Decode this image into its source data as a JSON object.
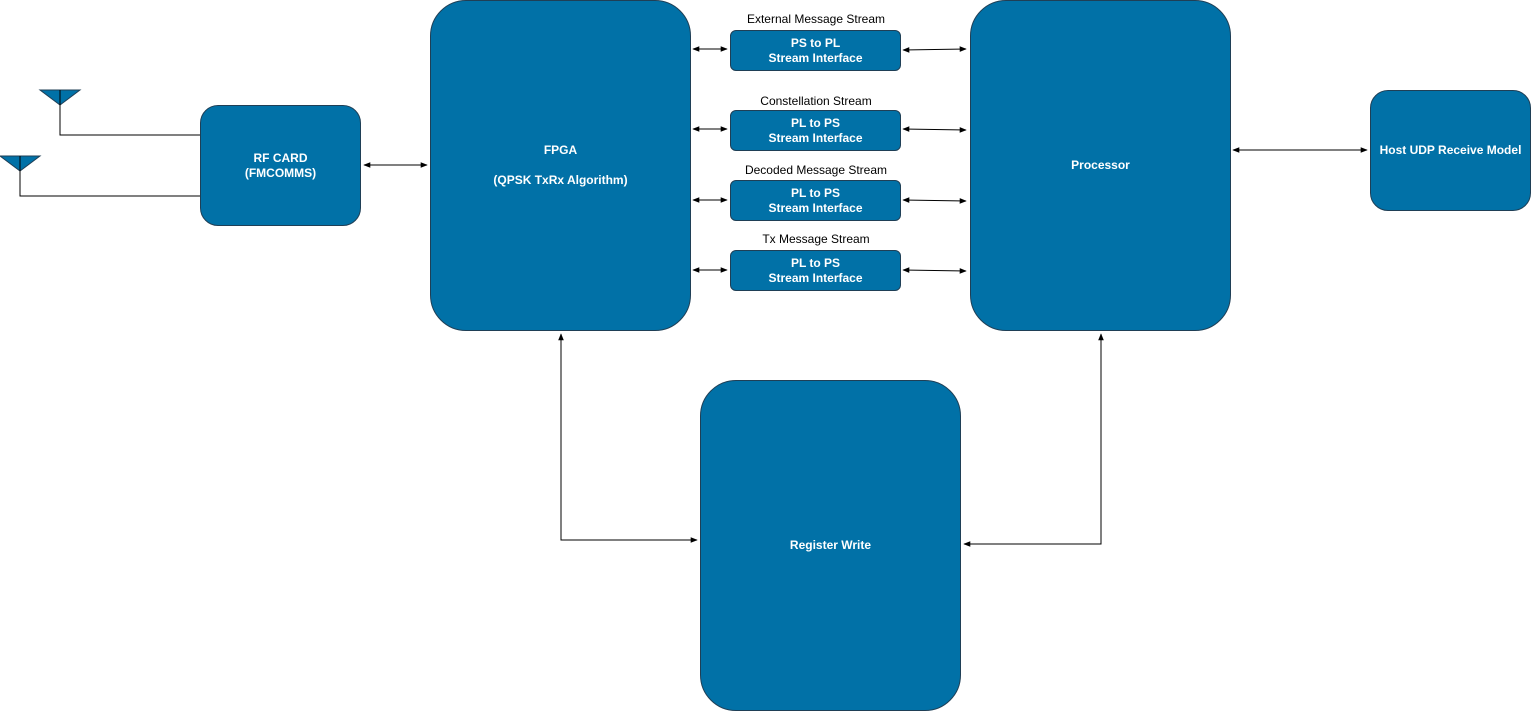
{
  "colors": {
    "block_fill": "#0171a7",
    "block_border": "#1f3f56",
    "line": "#000000",
    "text_on_block": "#ffffff"
  },
  "blocks": {
    "rf_card": {
      "line1": "RF CARD",
      "line2": "(FMCOMMS)"
    },
    "fpga": {
      "line1": "FPGA",
      "line2": "(QPSK TxRx Algorithm)"
    },
    "processor": {
      "label": "Processor"
    },
    "host": {
      "label": "Host UDP Receive Model"
    },
    "register_write": {
      "label": "Register Write"
    }
  },
  "streams": [
    {
      "title": "External Message Stream",
      "line1": "PS to PL",
      "line2": "Stream Interface"
    },
    {
      "title": "Constellation Stream",
      "line1": "PL to PS",
      "line2": "Stream Interface"
    },
    {
      "title": "Decoded Message Stream",
      "line1": "PL to PS",
      "line2": "Stream Interface"
    },
    {
      "title": "Tx Message Stream",
      "line1": "PL to PS",
      "line2": "Stream Interface"
    }
  ],
  "icons": [
    "antenna-icon",
    "antenna-icon"
  ]
}
